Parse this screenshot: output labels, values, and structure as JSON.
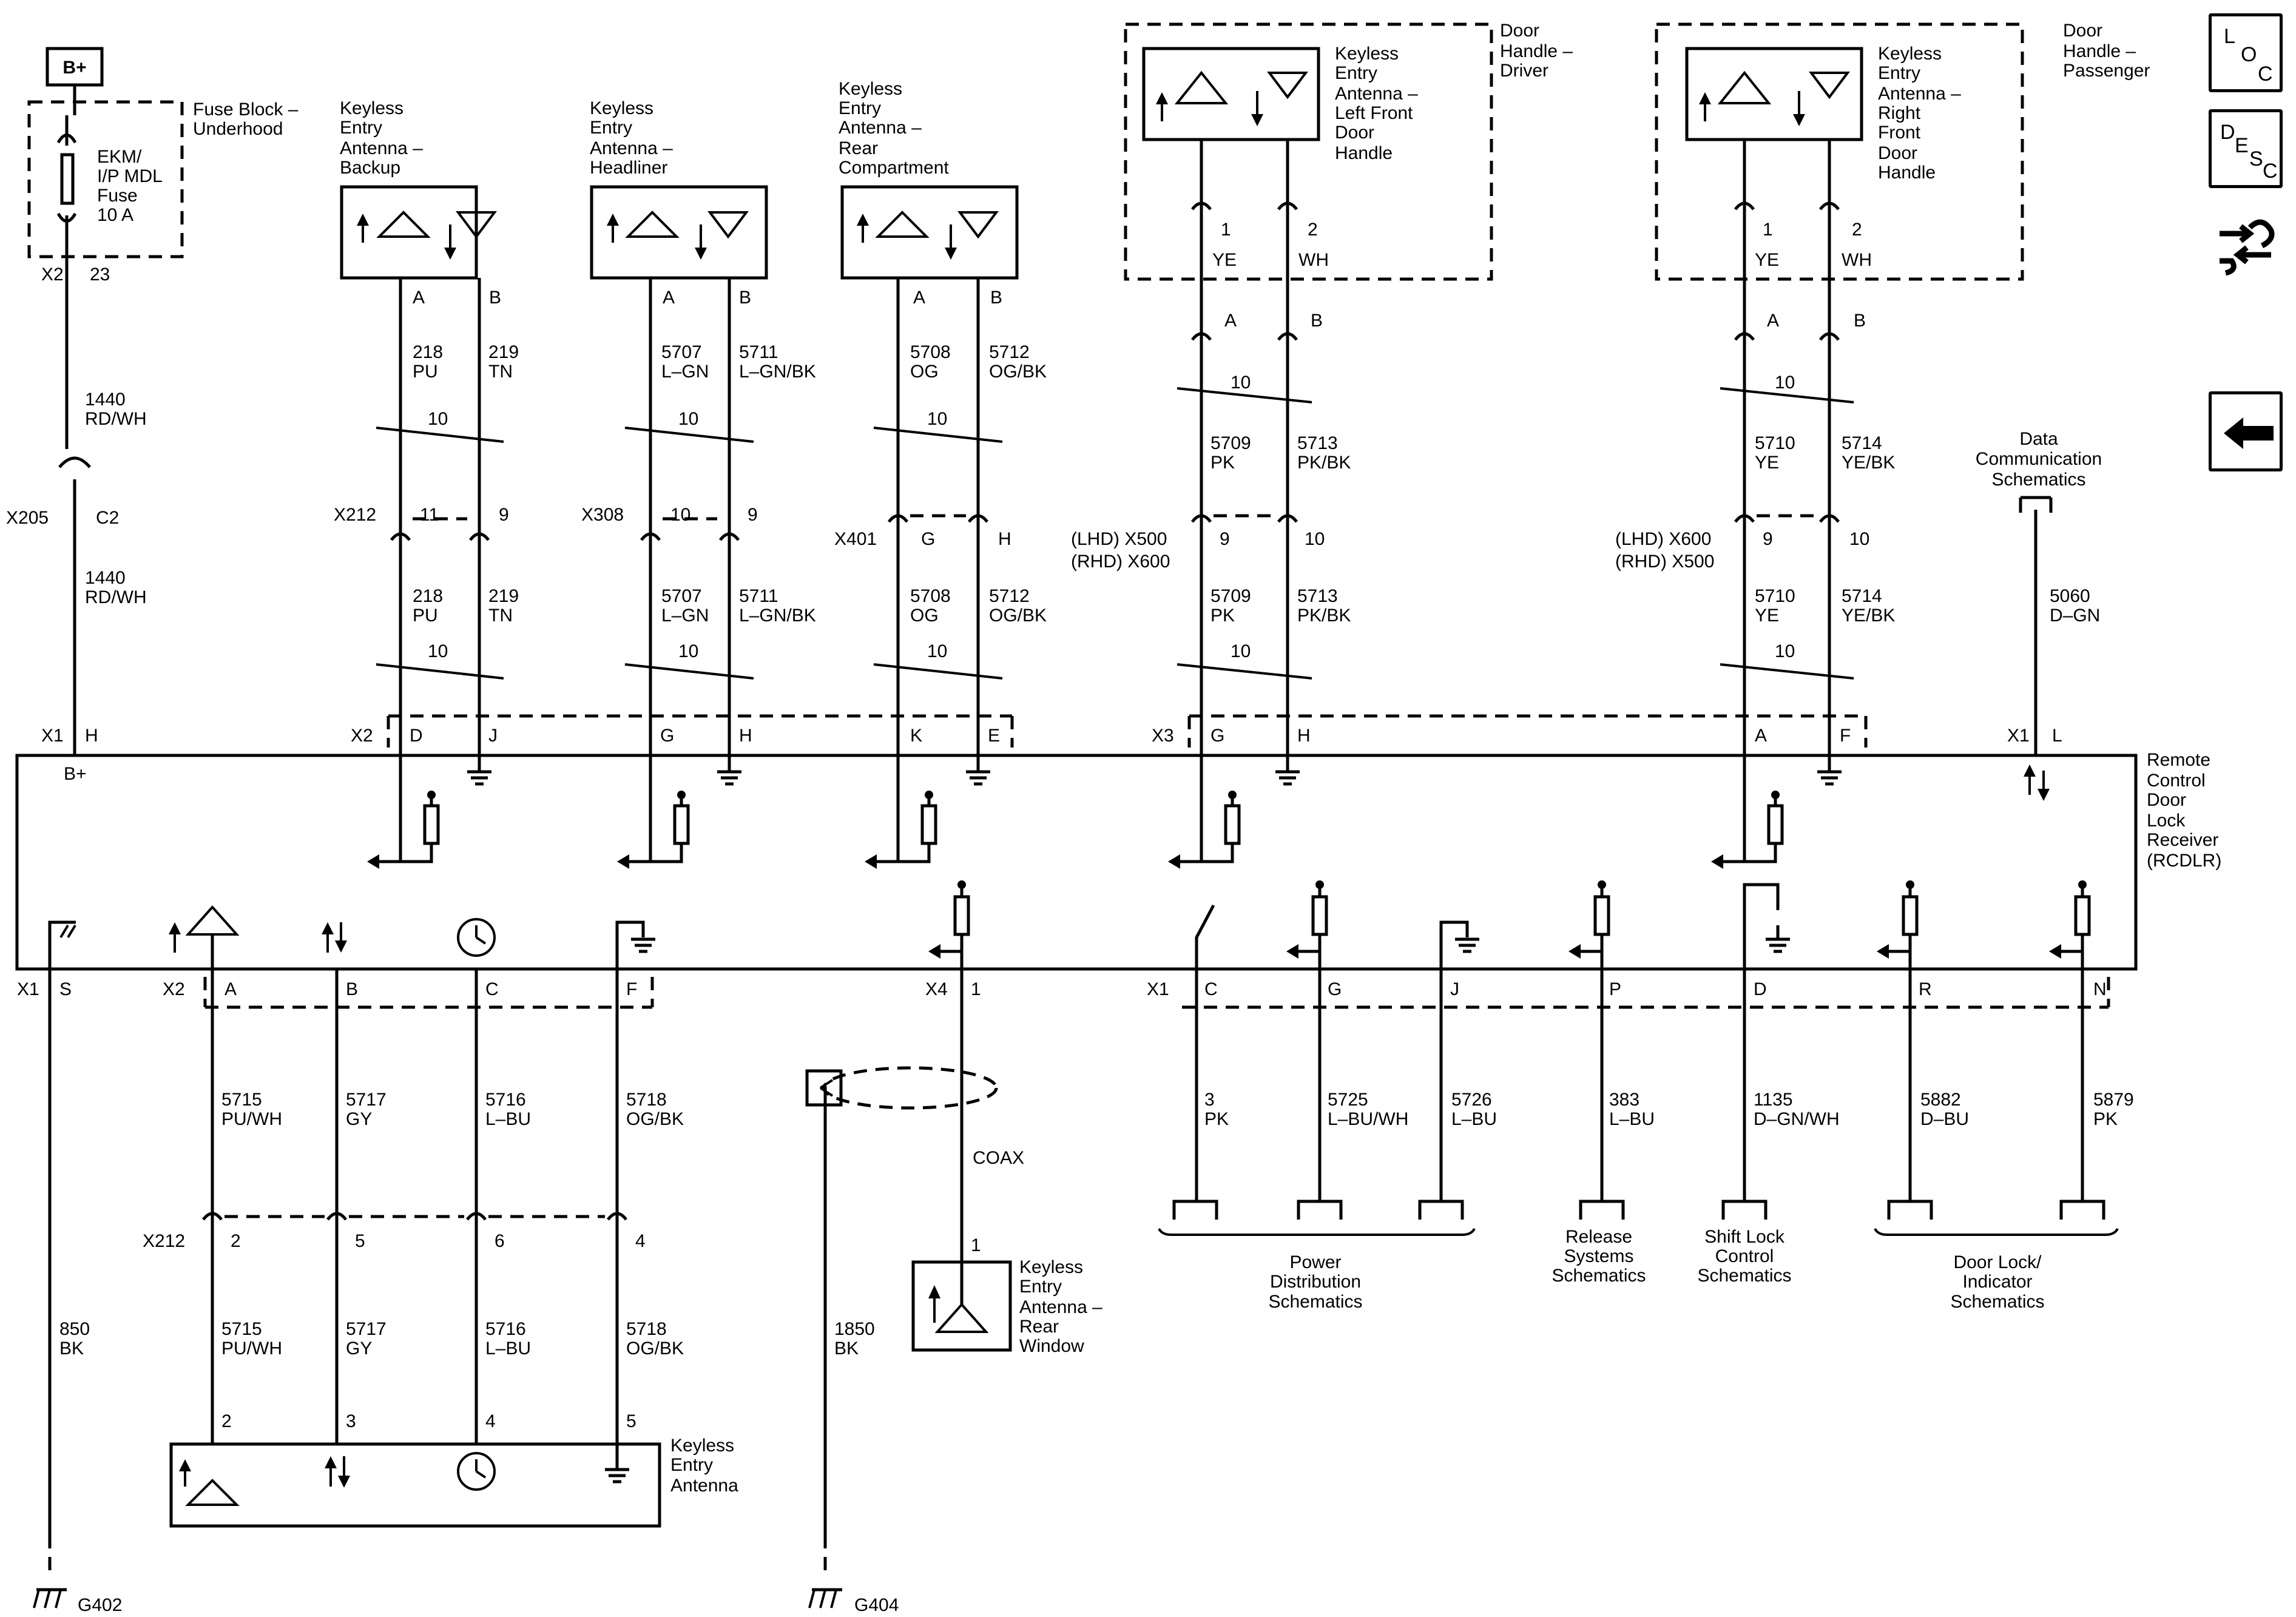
{
  "power": {
    "label": "B+"
  },
  "fuse_block": {
    "title_l1": "Fuse Block –",
    "title_l2": "Underhood",
    "fuse_l1": "EKM/",
    "fuse_l2": "I/P MDL",
    "fuse_l3": "Fuse",
    "fuse_l4": "10 A",
    "connector": "X2",
    "pin": "23"
  },
  "feed_wire": {
    "circuit": "1440",
    "color": "RD/WH"
  },
  "inline_x205": {
    "connector": "X205",
    "pin": "C2"
  },
  "antennas": {
    "backup": {
      "l1": "Keyless",
      "l2": "Entry",
      "l3": "Antenna –",
      "l4": "Backup",
      "pin_a": "A",
      "pin_b": "B"
    },
    "headliner": {
      "l1": "Keyless",
      "l2": "Entry",
      "l3": "Antenna –",
      "l4": "Headliner",
      "pin_a": "A",
      "pin_b": "B"
    },
    "rear_compartment": {
      "l1": "Keyless",
      "l2": "Entry",
      "l3": "Antenna –",
      "l4": "Rear",
      "l5": "Compartment",
      "pin_a": "A",
      "pin_b": "B"
    },
    "left_front": {
      "l1": "Keyless",
      "l2": "Entry",
      "l3": "Antenna –",
      "l4": "Left Front",
      "l5": "Door",
      "l6": "Handle"
    },
    "right_front": {
      "l1": "Keyless",
      "l2": "Entry",
      "l3": "Antenna –",
      "l4": "Right",
      "l5": "Front",
      "l6": "Door",
      "l7": "Handle"
    },
    "rear_window": {
      "l1": "Keyless",
      "l2": "Entry",
      "l3": "Antenna –",
      "l4": "Rear",
      "l5": "Window",
      "pin": "1"
    },
    "keyless_entry": {
      "l1": "Keyless",
      "l2": "Entry",
      "l3": "Antenna",
      "pin_2": "2",
      "pin_3": "3",
      "pin_4": "4",
      "pin_5": "5"
    }
  },
  "door_handles": {
    "driver": {
      "l1": "Door",
      "l2": "Handle –",
      "l3": "Driver",
      "pin1": "1",
      "pin2": "2",
      "c1": "YE",
      "c2": "WH",
      "conn_a": "A",
      "conn_b": "B"
    },
    "passenger": {
      "l1": "Door",
      "l2": "Handle –",
      "l3": "Passenger",
      "pin1": "1",
      "pin2": "2",
      "c1": "YE",
      "c2": "WH",
      "conn_a": "A",
      "conn_b": "B"
    }
  },
  "twist_label": "10",
  "wires": {
    "w218": {
      "circuit": "218",
      "color": "PU"
    },
    "w219": {
      "circuit": "219",
      "color": "TN"
    },
    "w5707": {
      "circuit": "5707",
      "color": "L–GN"
    },
    "w5711": {
      "circuit": "5711",
      "color": "L–GN/BK"
    },
    "w5708": {
      "circuit": "5708",
      "color": "OG"
    },
    "w5712": {
      "circuit": "5712",
      "color": "OG/BK"
    },
    "w5709": {
      "circuit": "5709",
      "color": "PK"
    },
    "w5713": {
      "circuit": "5713",
      "color": "PK/BK"
    },
    "w5710": {
      "circuit": "5710",
      "color": "YE"
    },
    "w5714": {
      "circuit": "5714",
      "color": "YE/BK"
    },
    "w5060": {
      "circuit": "5060",
      "color": "D–GN"
    },
    "w5715": {
      "circuit": "5715",
      "color": "PU/WH"
    },
    "w5717": {
      "circuit": "5717",
      "color": "GY"
    },
    "w5716": {
      "circuit": "5716",
      "color": "L–BU"
    },
    "w5718": {
      "circuit": "5718",
      "color": "OG/BK"
    },
    "w850": {
      "circuit": "850",
      "color": "BK"
    },
    "w1850": {
      "circuit": "1850",
      "color": "BK"
    },
    "w3": {
      "circuit": "3",
      "color": "PK"
    },
    "w5725": {
      "circuit": "5725",
      "color": "L–BU/WH"
    },
    "w5726": {
      "circuit": "5726",
      "color": "L–BU"
    },
    "w383": {
      "circuit": "383",
      "color": "L–BU"
    },
    "w1135": {
      "circuit": "1135",
      "color": "D–GN/WH"
    },
    "w5882": {
      "circuit": "5882",
      "color": "D–BU"
    },
    "w5879": {
      "circuit": "5879",
      "color": "PK"
    },
    "coax": "COAX"
  },
  "inline": {
    "x212": {
      "name": "X212",
      "p1": "11",
      "p2": "9"
    },
    "x308": {
      "name": "X308",
      "p1": "10",
      "p2": "9"
    },
    "x401": {
      "name": "X401",
      "p1": "G",
      "p2": "H"
    },
    "lhd_left": {
      "l1": "(LHD) X500",
      "l2": "(RHD) X600",
      "p1": "9",
      "p2": "10"
    },
    "lhd_right": {
      "l1": "(LHD) X600",
      "l2": "(RHD) X500",
      "p1": "9",
      "p2": "10"
    },
    "x212_lower": {
      "name": "X212",
      "p1": "2",
      "p2": "5",
      "p3": "6",
      "p4": "4"
    }
  },
  "module": {
    "l1": "Remote",
    "l2": "Control",
    "l3": "Door",
    "l4": "Lock",
    "l5": "Receiver",
    "l6": "(RCDLR)",
    "bplus": "B+",
    "top_pins": {
      "x1": "X1",
      "h": "H",
      "x2": "X2",
      "d": "D",
      "j": "J",
      "g": "G",
      "h2": "H",
      "k": "K",
      "e": "E",
      "x3": "X3",
      "g3": "G",
      "h3": "H",
      "a3": "A",
      "f3": "F",
      "x1b": "X1",
      "l": "L"
    },
    "bottom_pins": {
      "x1": "X1",
      "s": "S",
      "x2": "X2",
      "a": "A",
      "b": "B",
      "c": "C",
      "f": "F",
      "x4": "X4",
      "p1": "1",
      "x1b": "X1",
      "c1": "C",
      "g": "G",
      "j": "J",
      "p": "P",
      "d": "D",
      "r": "R",
      "n": "N"
    }
  },
  "data_comm": {
    "l1": "Data",
    "l2": "Communication",
    "l3": "Schematics"
  },
  "refs": {
    "power_dist": {
      "l1": "Power",
      "l2": "Distribution",
      "l3": "Schematics"
    },
    "release": {
      "l1": "Release",
      "l2": "Systems",
      "l3": "Schematics"
    },
    "shift_lock": {
      "l1": "Shift Lock",
      "l2": "Control",
      "l3": "Schematics"
    },
    "door_lock": {
      "l1": "Door Lock/",
      "l2": "Indicator",
      "l3": "Schematics"
    }
  },
  "grounds": {
    "g402": "G402",
    "g404": "G404"
  },
  "side_buttons": {
    "loc": {
      "a": "L",
      "b": "O",
      "c": "C"
    },
    "desc": {
      "a": "D",
      "b": "E",
      "c": "S",
      "d": "C"
    }
  }
}
